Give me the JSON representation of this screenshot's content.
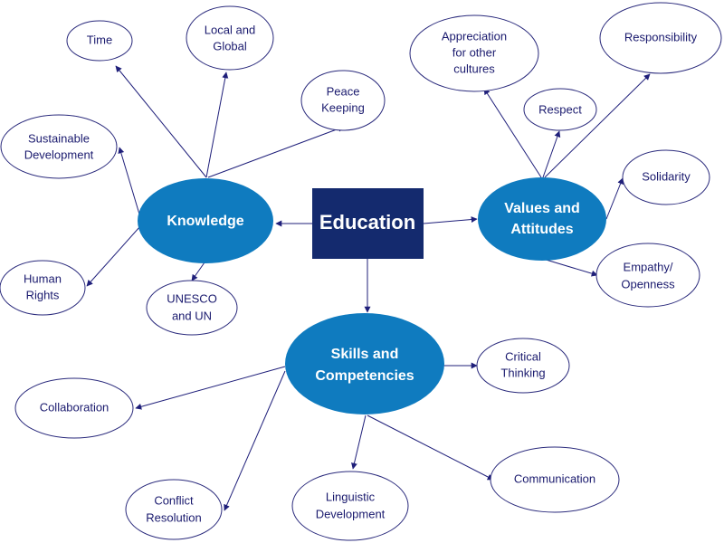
{
  "center": {
    "line1": "Education"
  },
  "knowledge": {
    "line1": "Knowledge"
  },
  "values": {
    "line1": "Values and",
    "line2": "Attitudes"
  },
  "skills": {
    "line1": "Skills and",
    "line2": "Competencies"
  },
  "time": {
    "line1": "Time"
  },
  "local_global": {
    "line1": "Local and",
    "line2": "Global"
  },
  "peace": {
    "line1": "Peace",
    "line2": "Keeping"
  },
  "sustainable": {
    "line1": "Sustainable",
    "line2": "Development"
  },
  "human_rights": {
    "line1": "Human",
    "line2": "Rights"
  },
  "unesco": {
    "line1": "UNESCO",
    "line2": "and UN"
  },
  "appreciation": {
    "line1": "Appreciation",
    "line2": "for other",
    "line3": "cultures"
  },
  "respect": {
    "line1": "Respect"
  },
  "responsibility": {
    "line1": "Responsibility"
  },
  "solidarity": {
    "line1": "Solidarity"
  },
  "empathy": {
    "line1": "Empathy/",
    "line2": "Openness"
  },
  "critical": {
    "line1": "Critical",
    "line2": "Thinking"
  },
  "collaboration": {
    "line1": "Collaboration"
  },
  "conflict": {
    "line1": "Conflict",
    "line2": "Resolution"
  },
  "linguistic": {
    "line1": "Linguistic",
    "line2": "Development"
  },
  "communication": {
    "line1": "Communication"
  }
}
